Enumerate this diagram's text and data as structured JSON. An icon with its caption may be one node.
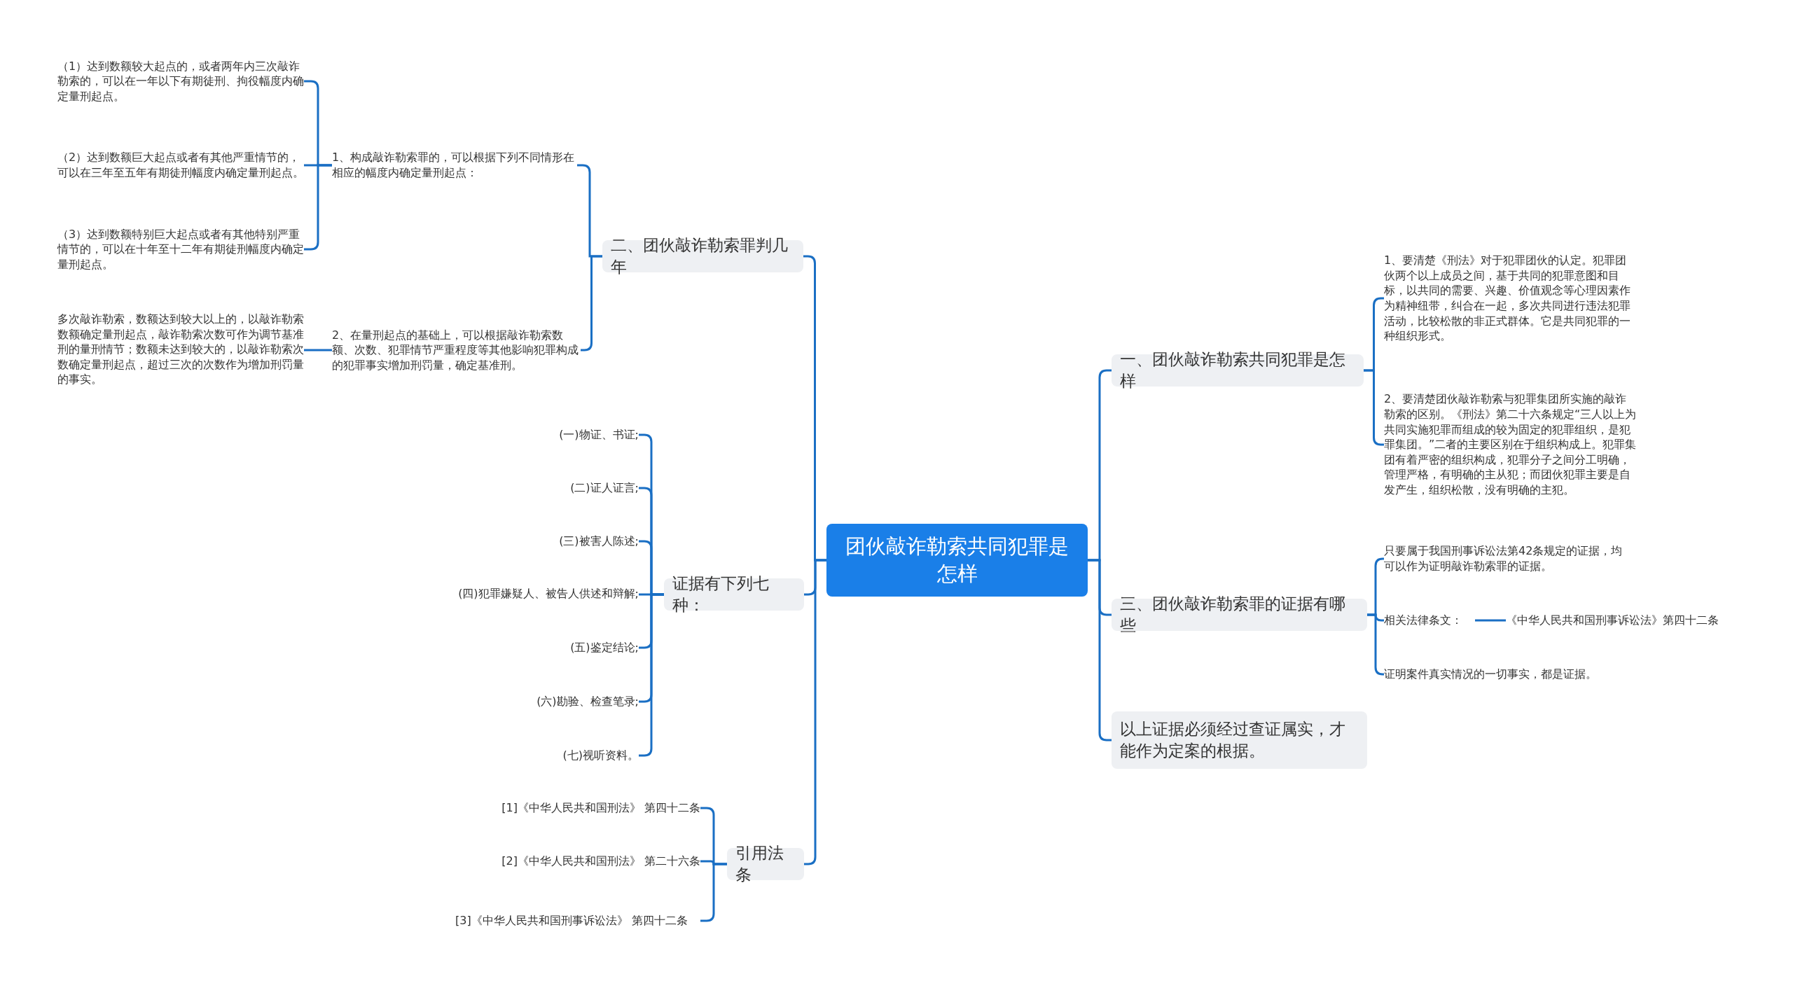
{
  "diagram": {
    "nodes": [
      {
        "text": [
          "团伙敲诈勒索共同犯罪是怎样"
        ]
      },
      {
        "text": [
          "一、团伙敲诈勒索共同犯罪是怎样"
        ]
      },
      {
        "text": [
          "1、要清楚《刑法》对于犯罪团伙的认定。犯罪团伙两个以上成员之间，基于共同的犯罪意图和目标，以共同的需要、兴趣、价值观念等心理因素作为精神纽带，纠合在一起，多次共同进行违法犯罪活动，比较松散的非正式群体。它是共同犯罪的一种组织形式。"
        ]
      },
      {
        "text": [
          "2、要清楚团伙敲诈勒索与犯罪集团所实施的敲诈勒索的区别。《刑法》第二十六条规定“三人以上为共同实施犯罪而组成的较为固定的犯罪组织，是犯罪集团。”二者的主要区别在于组织构成上。犯罪集团有着严密的组织构成，犯罪分子之间分工明确，管理严格，有明确的主从犯；而团伙犯罪主要是自发产生，组织松散，没有明确的主犯。"
        ]
      },
      {
        "text": [
          "三、团伙敲诈勒索罪的证据有哪些"
        ]
      },
      {
        "text": [
          "只要属于我国刑事诉讼法第42条规定的证据，均可以作为证明敲诈勒索罪的证据。"
        ]
      },
      {
        "text": [
          "相关法律条文："
        ]
      },
      {
        "text": [
          "《中华人民共和国刑事诉讼法》第四十二条"
        ]
      },
      {
        "text": [
          "证明案件真实情况的一切事实，都是证据。"
        ]
      },
      {
        "text": [
          "以上证据必须经过查证属实，才能作为定案的根据。"
        ]
      },
      {
        "text": [
          "二、团伙敲诈勒索罪判几年"
        ]
      },
      {
        "text": [
          "1、构成敲诈勒索罪的，可以根据下列不同情形在相应的幅度内确定量刑起点："
        ]
      },
      {
        "text": [
          "（1）达到数额较大起点的，或者两年内三次敲诈勒索的，可以在一年以下有期徒刑、拘役幅度内确定量刑起点。"
        ]
      },
      {
        "text": [
          "（2）达到数额巨大起点或者有其他严重情节的，可以在三年至五年有期徒刑幅度内确定量刑起点。"
        ]
      },
      {
        "text": [
          "（3）达到数额特别巨大起点或者有其他特别严重情节的，可以在十年至十二年有期徒刑幅度内确定量刑起点。"
        ]
      },
      {
        "text": [
          "2、在量刑起点的基础上，可以根据敲诈勒索数额、次数、犯罪情节严重程度等其他影响犯罪构成的犯罪事实增加刑罚量，确定基准刑。"
        ]
      },
      {
        "text": [
          "多次敲诈勒索，数额达到较大以上的，以敲诈勒索数额确定量刑起点，敲诈勒索次数可作为调节基准刑的量刑情节；数额未达到较大的，以敲诈勒索次数确定量刑起点，超过三次的次数作为增加刑罚量的事实。"
        ]
      },
      {
        "text": [
          "证据有下列七种："
        ]
      },
      {
        "text": [
          "(一)物证、书证;"
        ]
      },
      {
        "text": [
          "(二)证人证言;"
        ]
      },
      {
        "text": [
          "(三)被害人陈述;"
        ]
      },
      {
        "text": [
          "(四)犯罪嫌疑人、被告人供述和辩解;"
        ]
      },
      {
        "text": [
          "(五)鉴定结论;"
        ]
      },
      {
        "text": [
          "(六)勘验、检查笔录;"
        ]
      },
      {
        "text": [
          "(七)视听资料。"
        ]
      },
      {
        "text": [
          "引用法条"
        ]
      },
      {
        "text": [
          "[1]《中华人民共和国刑法》 第四十二条"
        ]
      },
      {
        "text": [
          "[2]《中华人民共和国刑法》 第二十六条"
        ]
      },
      {
        "text": [
          "[3]《中华人民共和国刑事诉讼法》 第四十二条"
        ]
      }
    ],
    "edges": [
      {
        "from": 0,
        "to": 1,
        "arrow": "none"
      },
      {
        "from": 1,
        "to": 2,
        "arrow": "none"
      },
      {
        "from": 1,
        "to": 3,
        "arrow": "none"
      },
      {
        "from": 0,
        "to": 4,
        "arrow": "none"
      },
      {
        "from": 4,
        "to": 5,
        "arrow": "none"
      },
      {
        "from": 4,
        "to": 6,
        "arrow": "none"
      },
      {
        "from": 6,
        "to": 7,
        "arrow": "none"
      },
      {
        "from": 4,
        "to": 8,
        "arrow": "none"
      },
      {
        "from": 0,
        "to": 9,
        "arrow": "none"
      },
      {
        "from": 0,
        "to": 10,
        "arrow": "none"
      },
      {
        "from": 10,
        "to": 11,
        "arrow": "none"
      },
      {
        "from": 11,
        "to": 12,
        "arrow": "none"
      },
      {
        "from": 11,
        "to": 13,
        "arrow": "none"
      },
      {
        "from": 11,
        "to": 14,
        "arrow": "none"
      },
      {
        "from": 10,
        "to": 15,
        "arrow": "none"
      },
      {
        "from": 15,
        "to": 16,
        "arrow": "none"
      },
      {
        "from": 0,
        "to": 17,
        "arrow": "none"
      },
      {
        "from": 17,
        "to": 18,
        "arrow": "none"
      },
      {
        "from": 17,
        "to": 19,
        "arrow": "none"
      },
      {
        "from": 17,
        "to": 20,
        "arrow": "none"
      },
      {
        "from": 17,
        "to": 21,
        "arrow": "none"
      },
      {
        "from": 17,
        "to": 22,
        "arrow": "none"
      },
      {
        "from": 17,
        "to": 23,
        "arrow": "none"
      },
      {
        "from": 17,
        "to": 24,
        "arrow": "none"
      },
      {
        "from": 0,
        "to": 25,
        "arrow": "none"
      },
      {
        "from": 25,
        "to": 26,
        "arrow": "none"
      },
      {
        "from": 25,
        "to": 27,
        "arrow": "none"
      },
      {
        "from": 25,
        "to": 28,
        "arrow": "none"
      }
    ]
  }
}
